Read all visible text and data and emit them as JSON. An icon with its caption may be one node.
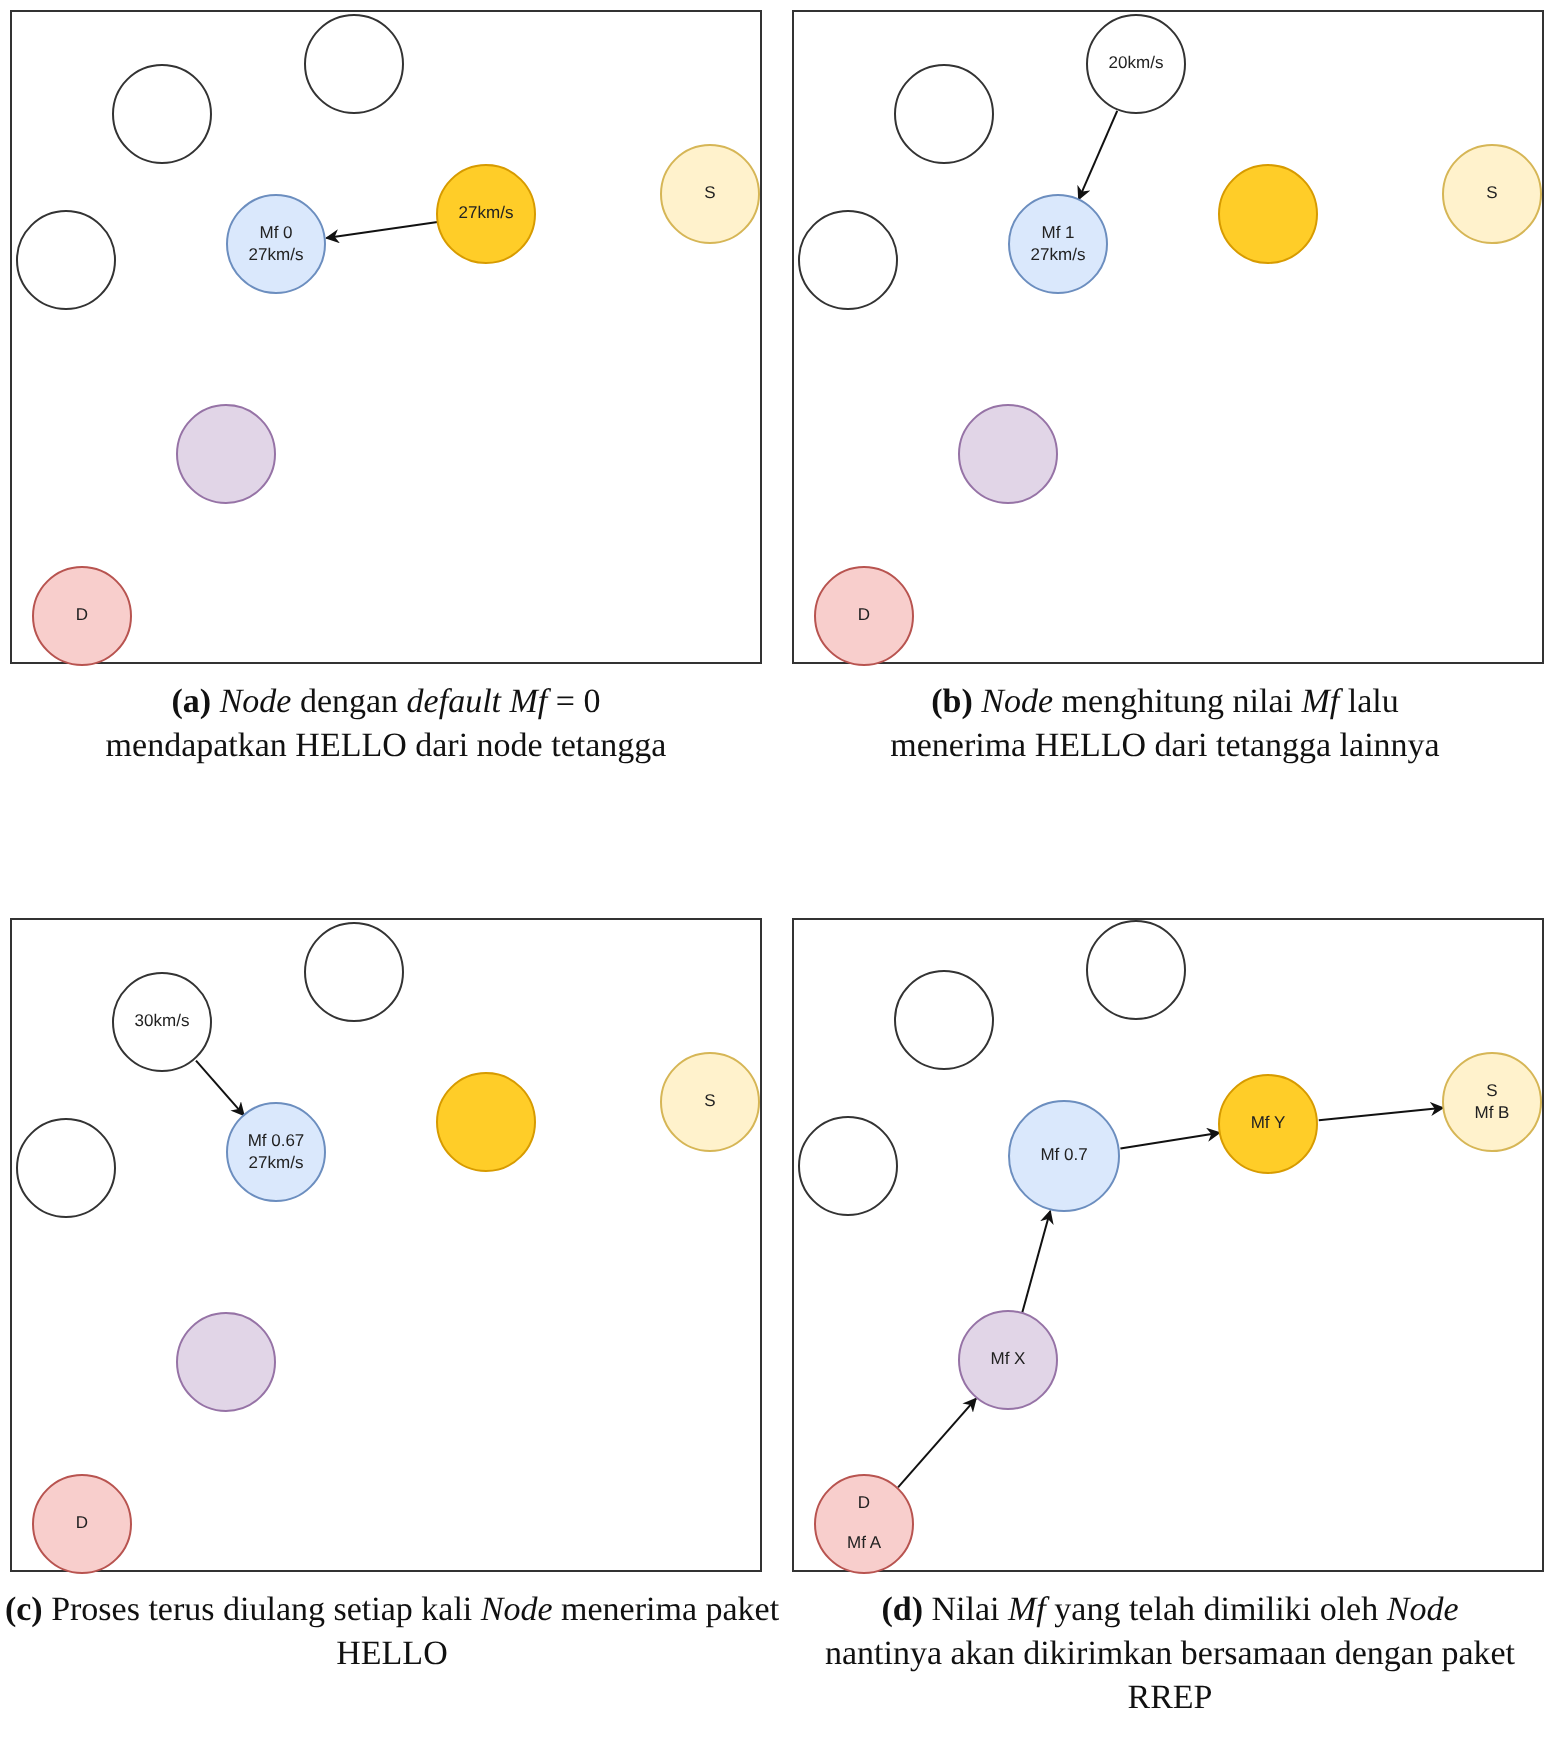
{
  "diagram": {
    "nodes": [
      {
        "text": [],
        "shape": "box",
        "beside": [
          "**(a)** *Node* dengan *default* *Mf* = 0 mendapatkan HELLO dari node tetangga"
        ]
      },
      {
        "text": [],
        "shape": "circle",
        "in": 0
      },
      {
        "text": [],
        "shape": "circle",
        "in": 0
      },
      {
        "text": [],
        "shape": "circle",
        "in": 0
      },
      {
        "text": [
          "Mf 0",
          "27km/s"
        ],
        "in": 0
      },
      {
        "text": [
          "27km/s"
        ],
        "in": 0
      },
      {
        "text": [
          "S"
        ],
        "in": 0
      },
      {
        "text": [],
        "shape": "circle",
        "in": 0
      },
      {
        "text": [
          "D"
        ],
        "in": 0
      },
      {
        "text": [],
        "shape": "box",
        "beside": [
          "**(b)** *Node* menghitung nilai *Mf* lalu menerima HELLO dari tetangga lainnya"
        ]
      },
      {
        "text": [
          "20km/s"
        ],
        "in": 9
      },
      {
        "text": [],
        "shape": "circle",
        "in": 9
      },
      {
        "text": [],
        "shape": "circle",
        "in": 9
      },
      {
        "text": [
          "Mf 1",
          "27km/s"
        ],
        "in": 9
      },
      {
        "text": [],
        "shape": "circle",
        "in": 9
      },
      {
        "text": [
          "S"
        ],
        "in": 9
      },
      {
        "text": [],
        "shape": "circle",
        "in": 9
      },
      {
        "text": [
          "D"
        ],
        "in": 9
      },
      {
        "text": [],
        "shape": "box",
        "beside": [
          "**(c)** Proses terus diulang setiap kali *Node* menerima paket HELLO"
        ]
      },
      {
        "text": [],
        "shape": "circle",
        "in": 18
      },
      {
        "text": [
          "30km/s"
        ],
        "in": 18
      },
      {
        "text": [],
        "shape": "circle",
        "in": 18
      },
      {
        "text": [
          "Mf 0.67",
          "27km/s"
        ],
        "in": 18
      },
      {
        "text": [],
        "shape": "circle",
        "in": 18
      },
      {
        "text": [
          "S"
        ],
        "in": 18
      },
      {
        "text": [],
        "shape": "circle",
        "in": 18
      },
      {
        "text": [
          "D"
        ],
        "in": 18
      },
      {
        "text": [],
        "shape": "box",
        "beside": [
          "**(d)** Nilai *Mf* yang telah dimiliki oleh *Node* nantinya akan dikirimkan bersamaan dengan paket RREP"
        ]
      },
      {
        "text": [],
        "shape": "circle",
        "in": 27
      },
      {
        "text": [],
        "shape": "circle",
        "in": 27
      },
      {
        "text": [],
        "shape": "circle",
        "in": 27
      },
      {
        "text": [
          "Mf 0.7"
        ],
        "in": 27
      },
      {
        "text": [
          "Mf Y"
        ],
        "in": 27
      },
      {
        "text": [
          "S",
          "Mf B"
        ],
        "in": 27
      },
      {
        "text": [
          "Mf X"
        ],
        "in": 27
      },
      {
        "text": [
          "D",
          "Mf A"
        ],
        "in": 27
      }
    ],
    "edges": [
      {
        "from": 5,
        "to": 4,
        "arrow": "to"
      },
      {
        "from": 10,
        "to": 13,
        "arrow": "to"
      },
      {
        "from": 20,
        "to": 22,
        "arrow": "to"
      },
      {
        "from": 35,
        "to": 34,
        "arrow": "to"
      },
      {
        "from": 34,
        "to": 31,
        "arrow": "to"
      },
      {
        "from": 31,
        "to": 32,
        "arrow": "to"
      },
      {
        "from": 32,
        "to": 33,
        "arrow": "to"
      }
    ]
  }
}
